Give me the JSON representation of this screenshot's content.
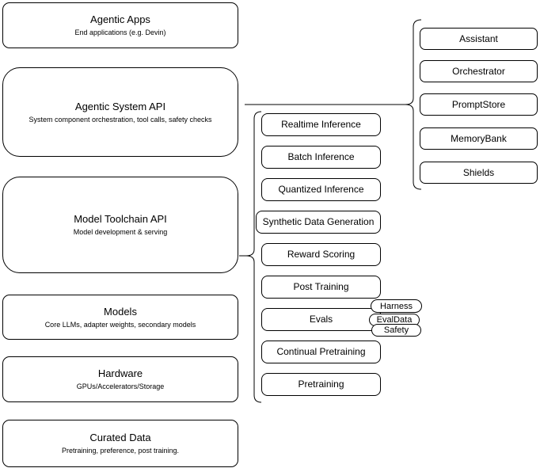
{
  "stack": [
    {
      "title": "Agentic Apps",
      "subtitle": "End applications (e.g. Devin)"
    },
    {
      "title": "Agentic System API",
      "subtitle": "System component orchestration, tool calls, safety checks"
    },
    {
      "title": "Model Toolchain API",
      "subtitle": "Model development & serving"
    },
    {
      "title": "Models",
      "subtitle": "Core LLMs, adapter weights, secondary models"
    },
    {
      "title": "Hardware",
      "subtitle": "GPUs/Accelerators/Storage"
    },
    {
      "title": "Curated Data",
      "subtitle": "Pretraining, preference, post training."
    }
  ],
  "toolchain": {
    "items": [
      "Realtime Inference",
      "Batch Inference",
      "Quantized Inference",
      "Synthetic Data Generation",
      "Reward Scoring",
      "Post Training",
      "Evals",
      "Continual Pretraining",
      "Pretraining"
    ]
  },
  "evals_tags": [
    "Harness",
    "EvalData",
    "Safety"
  ],
  "system": {
    "items": [
      "Assistant",
      "Orchestrator",
      "PromptStore",
      "MemoryBank",
      "Shields"
    ]
  },
  "colors": {
    "stroke": "#000000",
    "fill": "#ffffff",
    "text": "#000000"
  }
}
